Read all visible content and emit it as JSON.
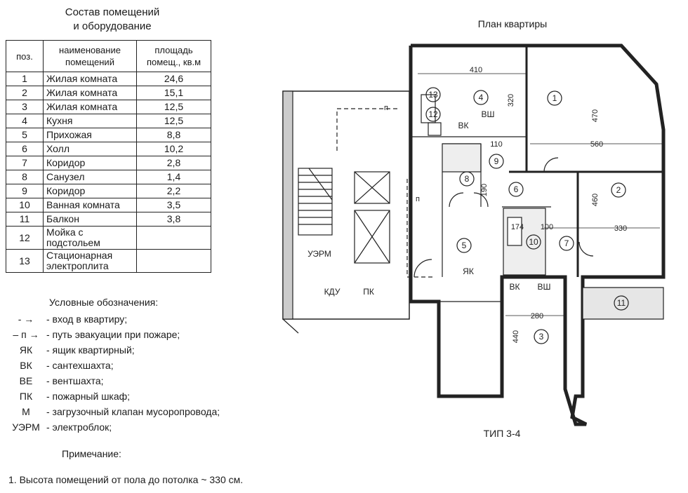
{
  "table_title": "Состав помещений\nи оборудование",
  "plan_title": "План квартиры",
  "table": {
    "headers": [
      "поз.",
      "наименование помещений",
      "площадь помещ., кв.м"
    ],
    "rows": [
      {
        "pos": "1",
        "name": "Жилая комната",
        "area": "24,6"
      },
      {
        "pos": "2",
        "name": "Жилая комната",
        "area": "15,1"
      },
      {
        "pos": "3",
        "name": "Жилая комната",
        "area": "12,5"
      },
      {
        "pos": "4",
        "name": "Кухня",
        "area": "12,5"
      },
      {
        "pos": "5",
        "name": "Прихожая",
        "area": "8,8"
      },
      {
        "pos": "6",
        "name": "Холл",
        "area": "10,2"
      },
      {
        "pos": "7",
        "name": "Коридор",
        "area": "2,8"
      },
      {
        "pos": "8",
        "name": "Санузел",
        "area": "1,4"
      },
      {
        "pos": "9",
        "name": "Коридор",
        "area": "2,2"
      },
      {
        "pos": "10",
        "name": "Ванная комната",
        "area": "3,5"
      },
      {
        "pos": "11",
        "name": "Балкон",
        "area": "3,8"
      },
      {
        "pos": "12",
        "name": "Мойка с подстольем",
        "area": ""
      },
      {
        "pos": "13",
        "name": "Стационарная электроплита",
        "area": ""
      }
    ]
  },
  "legend": {
    "title": "Условные обозначения:",
    "items": [
      {
        "symbol": "- →",
        "text": "- вход в квартиру;"
      },
      {
        "symbol": "– п →",
        "text": "- путь эвакуации при пожаре;"
      },
      {
        "symbol": "ЯК",
        "text": "- ящик квартирный;"
      },
      {
        "symbol": "ВК",
        "text": "- сантехшахта;"
      },
      {
        "symbol": "ВЕ",
        "text": "- вентшахта;"
      },
      {
        "symbol": "ПК",
        "text": "- пожарный шкаф;"
      },
      {
        "symbol": "М",
        "text": "- загрузочный клапан мусоропровода;"
      },
      {
        "symbol": "УЭРМ",
        "text": "- электроблок;"
      }
    ]
  },
  "note_title": "Примечание:",
  "note_text": "1. Высота помещений от пола до потолка  ~ 330 см.",
  "plan": {
    "type_label": "ТИП 3-4",
    "room_numbers": [
      "1",
      "2",
      "3",
      "4",
      "5",
      "6",
      "7",
      "8",
      "9",
      "10",
      "11",
      "12",
      "13"
    ],
    "dimensions": {
      "d410": "410",
      "d320": "320",
      "d470": "470",
      "d560": "560",
      "d110": "110",
      "d190": "190",
      "d460": "460",
      "d174": "174",
      "d100": "100",
      "d330": "330",
      "d280": "280",
      "d440": "440"
    },
    "labels": {
      "vsh": "ВШ",
      "vk": "ВК",
      "vk2": "ВК",
      "vsh2": "ВШ",
      "yak": "ЯК",
      "uerm": "УЭРМ",
      "kdu": "КДУ",
      "pk": "ПК",
      "p1": "п",
      "p2": "п"
    }
  }
}
